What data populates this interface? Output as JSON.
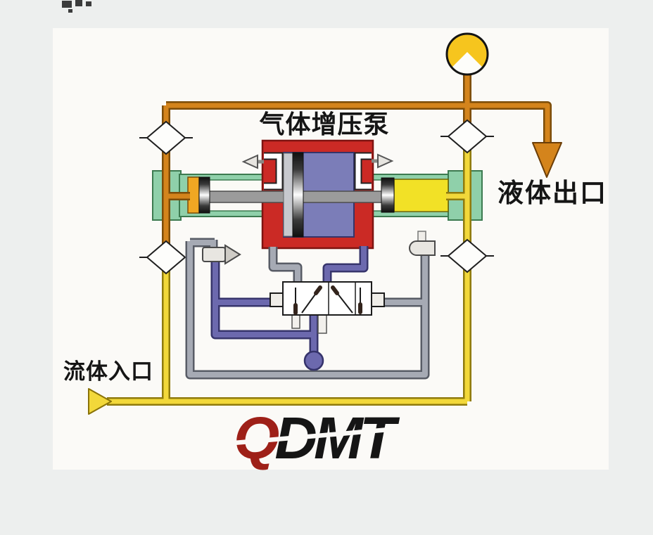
{
  "diagram": {
    "title": "气体增压泵",
    "inlet_label": "流体入口",
    "outlet_label": "液体出口"
  },
  "logo": {
    "first_letter": "Q",
    "rest": "DMT"
  },
  "colors": {
    "canvas_bg": "#fbfaf7",
    "pipe_orange": "#d4841c",
    "pipe_orange_dark": "#7c4d0a",
    "pipe_yellow": "#f2d83a",
    "pipe_yellow_dark": "#8f7a0e",
    "pipe_gray": "#a6aab4",
    "pipe_gray_dark": "#585c66",
    "pipe_purple": "#6c69ae",
    "pipe_purple_dark": "#37356c",
    "block_red": "#cb2a25",
    "block_red_dark": "#7e1411",
    "chamber_blue": "#7b7db8",
    "chamber_blue_dark": "#34346a",
    "cylinder_green": "#8fd0aa",
    "cylinder_green_dark": "#3c7a50",
    "liquid_yellow": "#f2e126",
    "piston_orange": "#f0a723",
    "gauge_yellow": "#f6c51e",
    "muffler_fill": "#e8e6e1",
    "valve_fill": "#ffffff",
    "logo_red": "#9e2018",
    "logo_black": "#151515",
    "label_color": "#151515"
  }
}
